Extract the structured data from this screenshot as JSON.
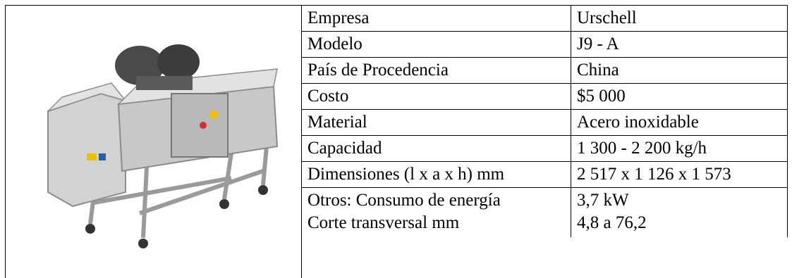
{
  "spec_table": {
    "rows": [
      {
        "label": "Empresa",
        "value": "Urschell"
      },
      {
        "label": "Modelo",
        "value": "J9 - A"
      },
      {
        "label": "País de Procedencia",
        "value": "China"
      },
      {
        "label": "Costo",
        "value": "$5 000"
      },
      {
        "label": "Material",
        "value": "Acero inoxidable"
      },
      {
        "label": "Capacidad",
        "value": "1 300 - 2 200 kg/h"
      },
      {
        "label": "Dimensiones (l x a x h) mm",
        "value": "2 517 x 1 126 x 1 573"
      }
    ],
    "last_row": {
      "label_line1": "Otros: Consumo de energía",
      "label_line2": "Corte transversal mm",
      "value_line1": "3,7 kW",
      "value_line2": "4,8 a 76,2"
    }
  }
}
